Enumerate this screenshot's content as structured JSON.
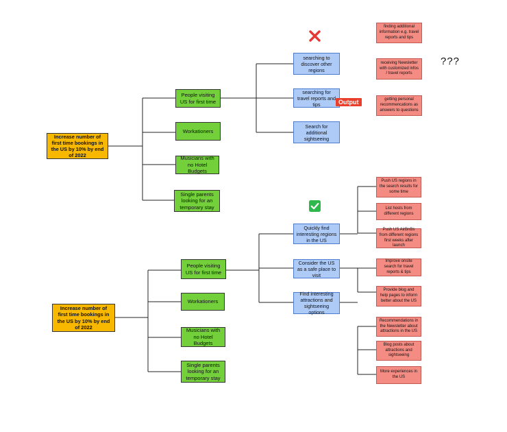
{
  "tree_a": {
    "goal": "Increase number of first time bookings in the US by 10% by end of 2022",
    "segments": [
      "People visiting US for first time",
      "Workationers",
      "Musicians  with no Hotel Budgets",
      "Single parents looking for an temporary stay"
    ],
    "needs": [
      "searching to discover other regions",
      "searching for travel reports and tips",
      "Search for additional sightseeing"
    ],
    "ideas": [
      "finding additional information e.g. travel reports and tips",
      "receiving Newsletter with customized infos / travel reports",
      "getting personal recommencations as answers to questions"
    ],
    "output_badge": "Output",
    "question_marks": "???",
    "status_icon": "cross-mark-icon",
    "status_color": "#e53935"
  },
  "tree_b": {
    "goal": "Increase number of first time bookings in the US by 10% by end of 2022",
    "segments": [
      "People visiting US for first time",
      "Workationers",
      "Musicians  with no Hotel Budgets",
      "Single parents looking for an temporary stay"
    ],
    "needs": [
      "Quickly find interesting regions in the US",
      "Consider the US as a safe place to visit",
      "Find interesting attractions and sightseeing options"
    ],
    "ideas": [
      "Push US regions in the search results for some time",
      "List hosts from different regions",
      "Push US AirBnBs from different regions first weeks after launch",
      "Improve onsite search for travel reports & tips",
      "Provide blog and help pages to inform better about the US",
      "Recommendations in the Newsletter about attractions in the US",
      "Blog posts about attractions and sightseeing",
      "More experiences in the US"
    ],
    "status_icon": "check-mark-icon",
    "status_color": "#2fb84c"
  },
  "colors": {
    "goal": "#f8b800",
    "segment": "#73d03a",
    "need": "#aecbf8",
    "idea": "#f58c84",
    "output_badge": "#e8402c"
  }
}
